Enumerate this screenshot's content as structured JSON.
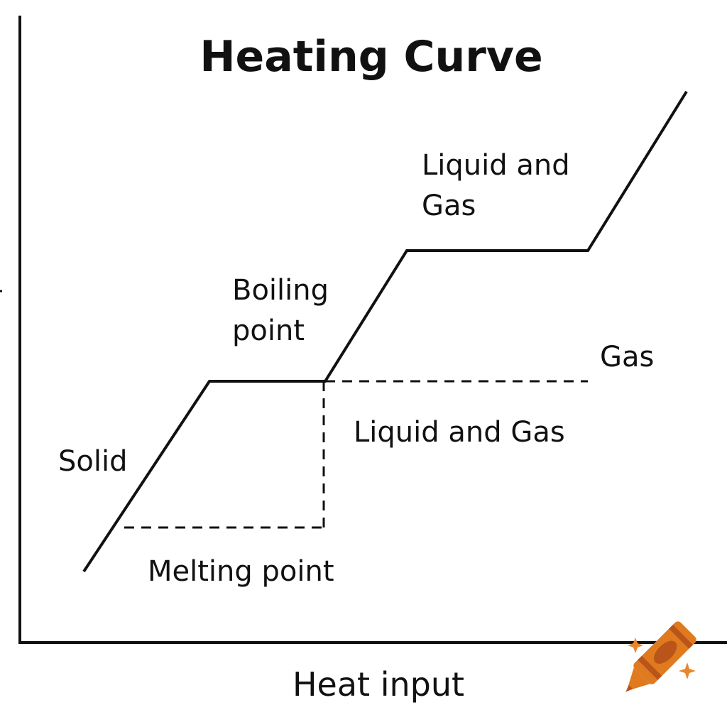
{
  "diagram": {
    "title": "Heating Curve",
    "x_axis_label": "Heat input",
    "labels": {
      "solid": "Solid",
      "melting_point": "Melting point",
      "boiling_point_line1": "Boiling",
      "boiling_point_line2": "point",
      "liquid_and_gas_upper_line1": "Liquid and",
      "liquid_and_gas_upper_line2": "Gas",
      "gas": "Gas",
      "liquid_and_gas_lower": "Liquid and Gas"
    }
  },
  "colors": {
    "line": "#111111",
    "crayon_body": "#e07a1f",
    "crayon_dark": "#b9541a",
    "sparkle": "#e9862a"
  },
  "icons": {
    "watermark": "crayon-icon"
  }
}
